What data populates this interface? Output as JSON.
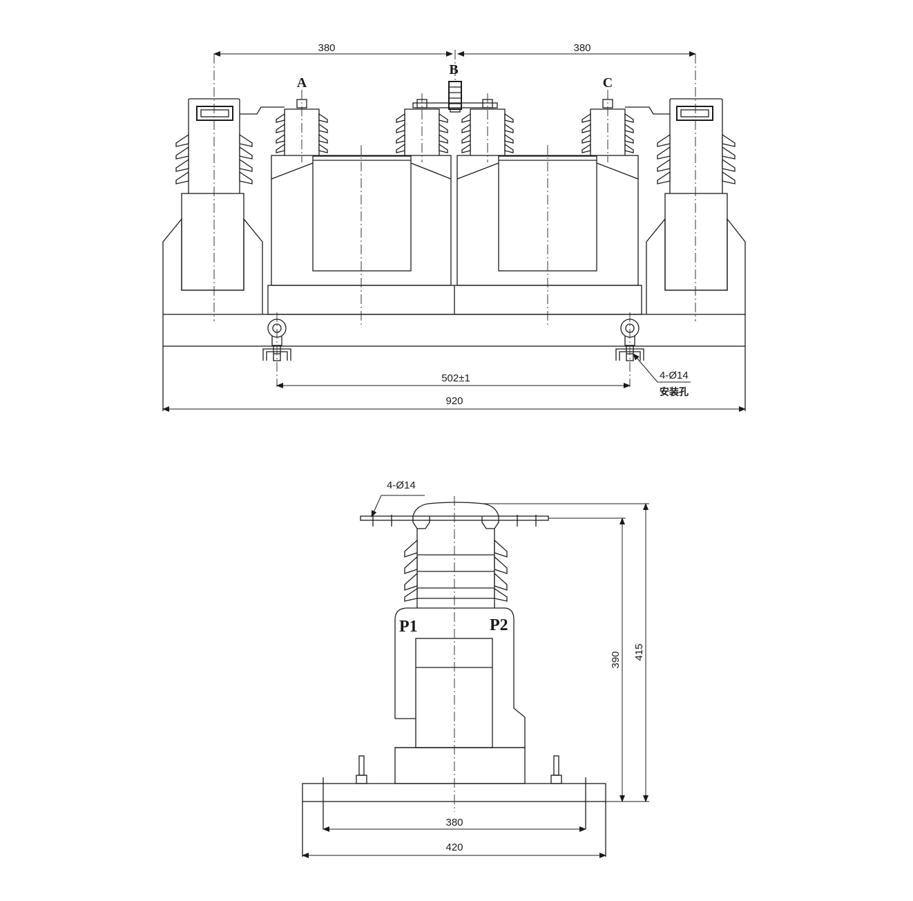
{
  "front_view": {
    "phase_labels": [
      "A",
      "B",
      "C"
    ],
    "dim_top_left": "380",
    "dim_top_right": "380",
    "dim_mount_spacing": "502±1",
    "dim_overall_width": "920",
    "hole_spec": "4-Ø14",
    "hole_note": "安装孔"
  },
  "side_view": {
    "hole_spec": "4-Ø14",
    "terminal_left": "P1",
    "terminal_right": "P2",
    "dim_height_inner": "390",
    "dim_height_overall": "415",
    "dim_base_mount": "380",
    "dim_base_width": "420"
  }
}
